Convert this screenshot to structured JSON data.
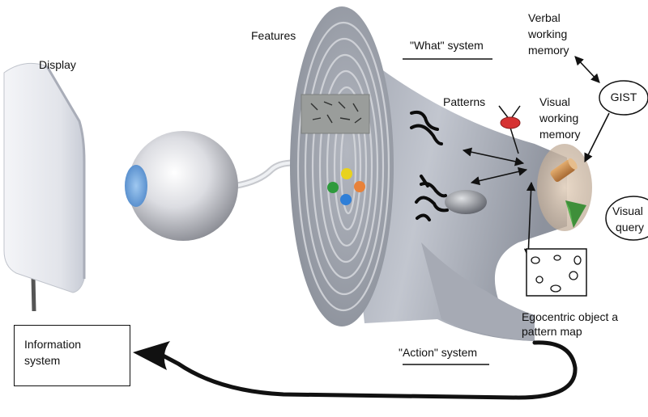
{
  "labels": {
    "display": "Display",
    "features": "Features",
    "what_system": "\"What\" system",
    "verbal_wm_1": "Verbal",
    "verbal_wm_2": "working",
    "verbal_wm_3": "memory",
    "patterns": "Patterns",
    "visual_wm_1": "Visual",
    "visual_wm_2": "working",
    "visual_wm_3": "memory",
    "gist": "GIST",
    "visual_query_1": "Visual",
    "visual_query_2": "query",
    "egocentric_1": "Egocentric object a",
    "egocentric_2": "pattern map",
    "action_system": "\"Action\" system",
    "information_system_1": "Information",
    "information_system_2": "system"
  },
  "colors": {
    "feature_dots": [
      "#e8d21e",
      "#d9362c",
      "#2e9a3c",
      "#e8823a",
      "#2f7fd8"
    ],
    "pattern_node": "#d63232",
    "cylinder": "#c9894a",
    "cone": "#3f8f3a",
    "eye_iris": "#6fa9e0"
  }
}
